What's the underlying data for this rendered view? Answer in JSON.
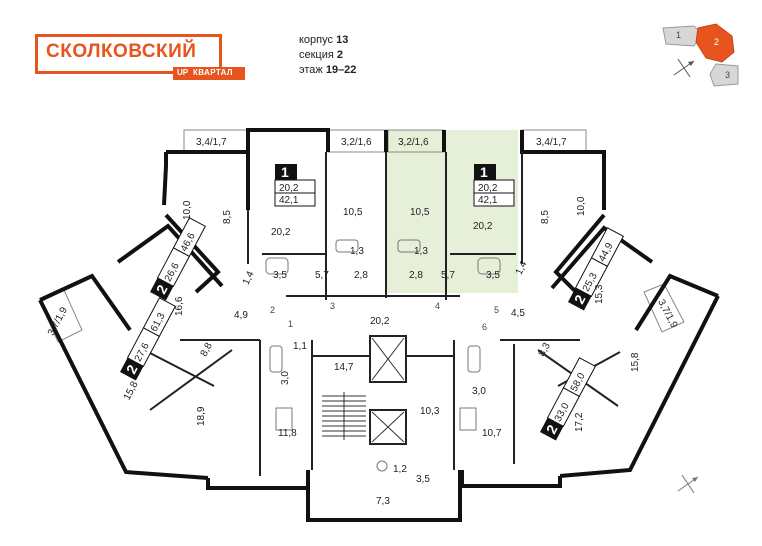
{
  "logo": {
    "name": "СКОЛКОВСКИЙ",
    "up": "UP",
    "sub": "КВАРТАЛ"
  },
  "info": {
    "korpus_label": "корпус",
    "korpus_value": "13",
    "section_label": "секция",
    "section_value": "2",
    "floor_label": "этаж",
    "floor_value": "19–22"
  },
  "keymap": {
    "sections": [
      "1",
      "2",
      "3"
    ],
    "active": "2"
  },
  "highlight_color": "#e6f0d9",
  "accent_color": "#e8541e",
  "apartments": [
    {
      "rooms": "1",
      "living": "20,2",
      "total": "42,1"
    },
    {
      "rooms": "1",
      "living": "20,2",
      "total": "42,1"
    },
    {
      "rooms": "2",
      "living": "26,6",
      "total": "46,6"
    },
    {
      "rooms": "2",
      "living": "25,3",
      "total": "44,9"
    },
    {
      "rooms": "2",
      "living": "27,6",
      "total": "61,3"
    },
    {
      "rooms": "2",
      "living": "33,0",
      "total": "58,0"
    }
  ],
  "room_labels": [
    "3,4/1,7",
    "3,2/1,6",
    "3,2/1,6",
    "3,4/1,7",
    "10,0",
    "8,5",
    "20,2",
    "10,5",
    "10,5",
    "20,2",
    "8,5",
    "10,0",
    "1,3",
    "1,3",
    "3,5",
    "5,7",
    "2,8",
    "2,8",
    "5,7",
    "3,5",
    "1,4",
    "1,4",
    "16,6",
    "15,3",
    "3,7/1,9",
    "3,7/1,9",
    "4,9",
    "20,2",
    "4,5",
    "8,8",
    "8,3",
    "1,1",
    "14,7",
    "3,0",
    "3,0",
    "15,8",
    "15,8",
    "18,9",
    "11,8",
    "10,3",
    "10,7",
    "17,2",
    "1,2",
    "3,5",
    "7,3"
  ],
  "door_numbers": [
    "1",
    "2",
    "3",
    "4",
    "5",
    "6"
  ]
}
